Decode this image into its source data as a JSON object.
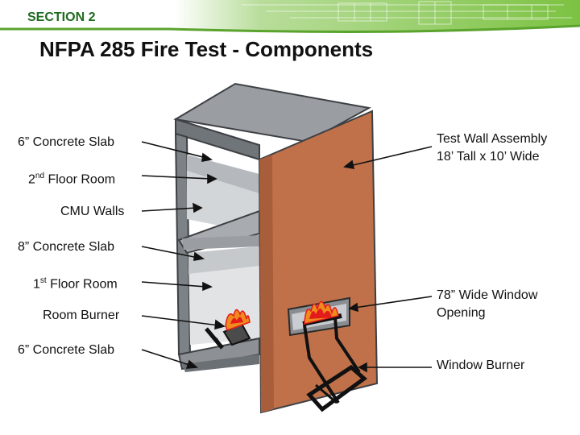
{
  "header": {
    "section": "SECTION 2",
    "title": "NFPA 285 Fire Test - Components"
  },
  "labels_left": [
    {
      "id": "top-slab",
      "text": "6” Concrete Slab"
    },
    {
      "id": "second-floor",
      "pre": "2",
      "sup": "nd",
      "post": " Floor Room"
    },
    {
      "id": "cmu",
      "text": "CMU Walls"
    },
    {
      "id": "mid-slab",
      "text": "8” Concrete Slab"
    },
    {
      "id": "first-floor",
      "pre": "1",
      "sup": "st",
      "post": " Floor Room"
    },
    {
      "id": "room-burner",
      "text": "Room Burner"
    },
    {
      "id": "bottom-slab",
      "text": "6” Concrete Slab"
    }
  ],
  "labels_right": [
    {
      "id": "wall-assembly",
      "line1": "Test Wall Assembly",
      "line2": "18’ Tall x 10’ Wide"
    },
    {
      "id": "window",
      "line1": "78” Wide Window",
      "line2": "Opening"
    },
    {
      "id": "window-burner",
      "line1": "Window Burner"
    }
  ],
  "colors": {
    "banner": "#7cc242",
    "section_text": "#1f6b1f",
    "wall": "#c0714a",
    "concrete": "#9a9ea3",
    "concrete_dark": "#5f6468",
    "flame": "#f08a1c",
    "flame_core": "#e31b1b"
  }
}
